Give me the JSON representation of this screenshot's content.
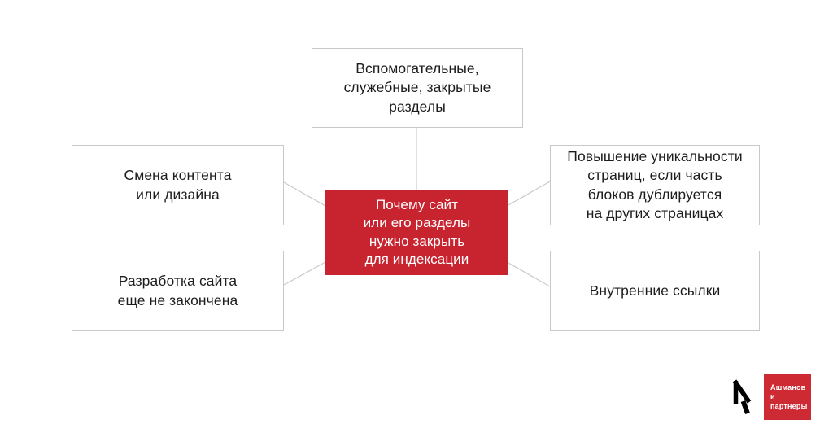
{
  "diagram": {
    "center": {
      "text": "Почему сайт\nили его разделы\nнужно закрыть\nдля индексации",
      "bg_color": "#c8242f",
      "text_color": "#ffffff"
    },
    "nodes": {
      "top": {
        "text": "Вспомогательные,\nслужебные, закрытые\nразделы"
      },
      "left_top": {
        "text": "Смена контента\nили дизайна"
      },
      "left_bottom": {
        "text": "Разработка сайта\nеще не закончена"
      },
      "right_top": {
        "text": "Повышение уникальности\nстраниц, если часть\nблоков дублируется\nна других страницах"
      },
      "right_bottom": {
        "text": "Внутренние ссылки"
      }
    },
    "border_color": "#c9c9c9",
    "connector_color": "#c9c9c9",
    "node_text_color": "#1d1d1d"
  },
  "branding": {
    "logo_text": "Ашманов\nи партнеры",
    "logo_bg_color": "#ce2a33",
    "logo_text_color": "#ffffff",
    "icon_color": "#000000"
  }
}
